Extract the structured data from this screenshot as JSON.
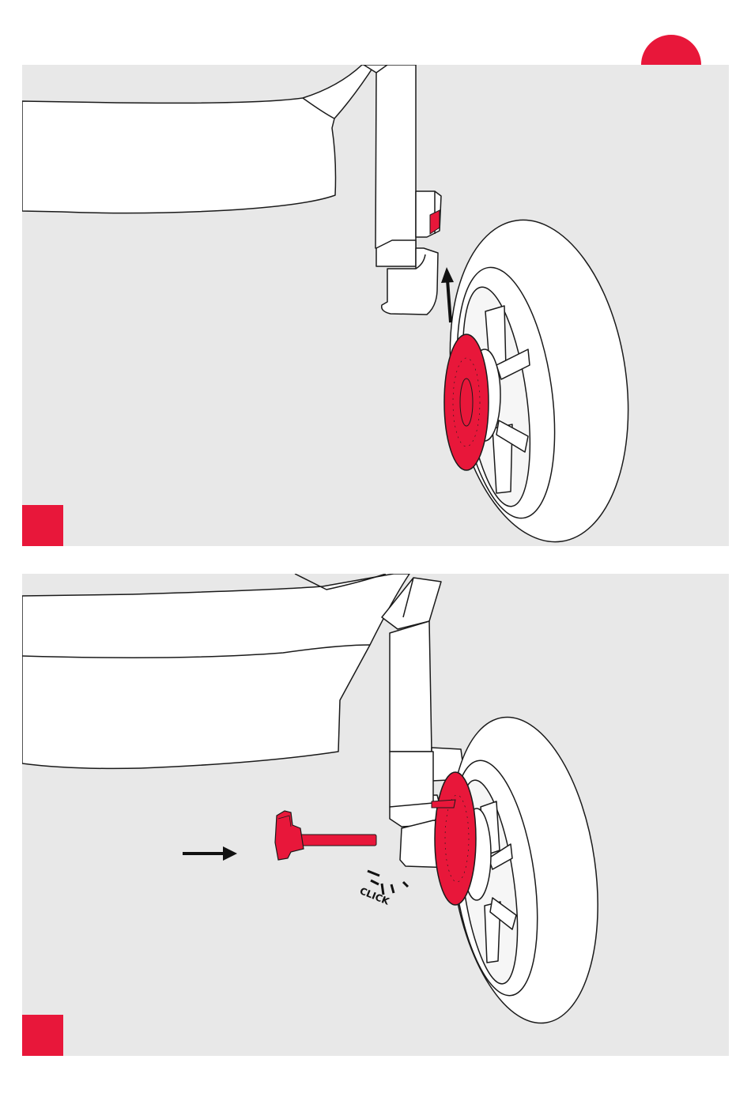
{
  "colors": {
    "accent": "#e8173a",
    "panel_bg": "#e8e8e8",
    "line": "#1a1a1a",
    "fill": "#ffffff",
    "arrow": "#111111"
  },
  "illustration": {
    "step1": {
      "arrow": "up-arrow"
    },
    "step2": {
      "arrow": "right-arrow",
      "sound_label": "CLICK"
    }
  }
}
